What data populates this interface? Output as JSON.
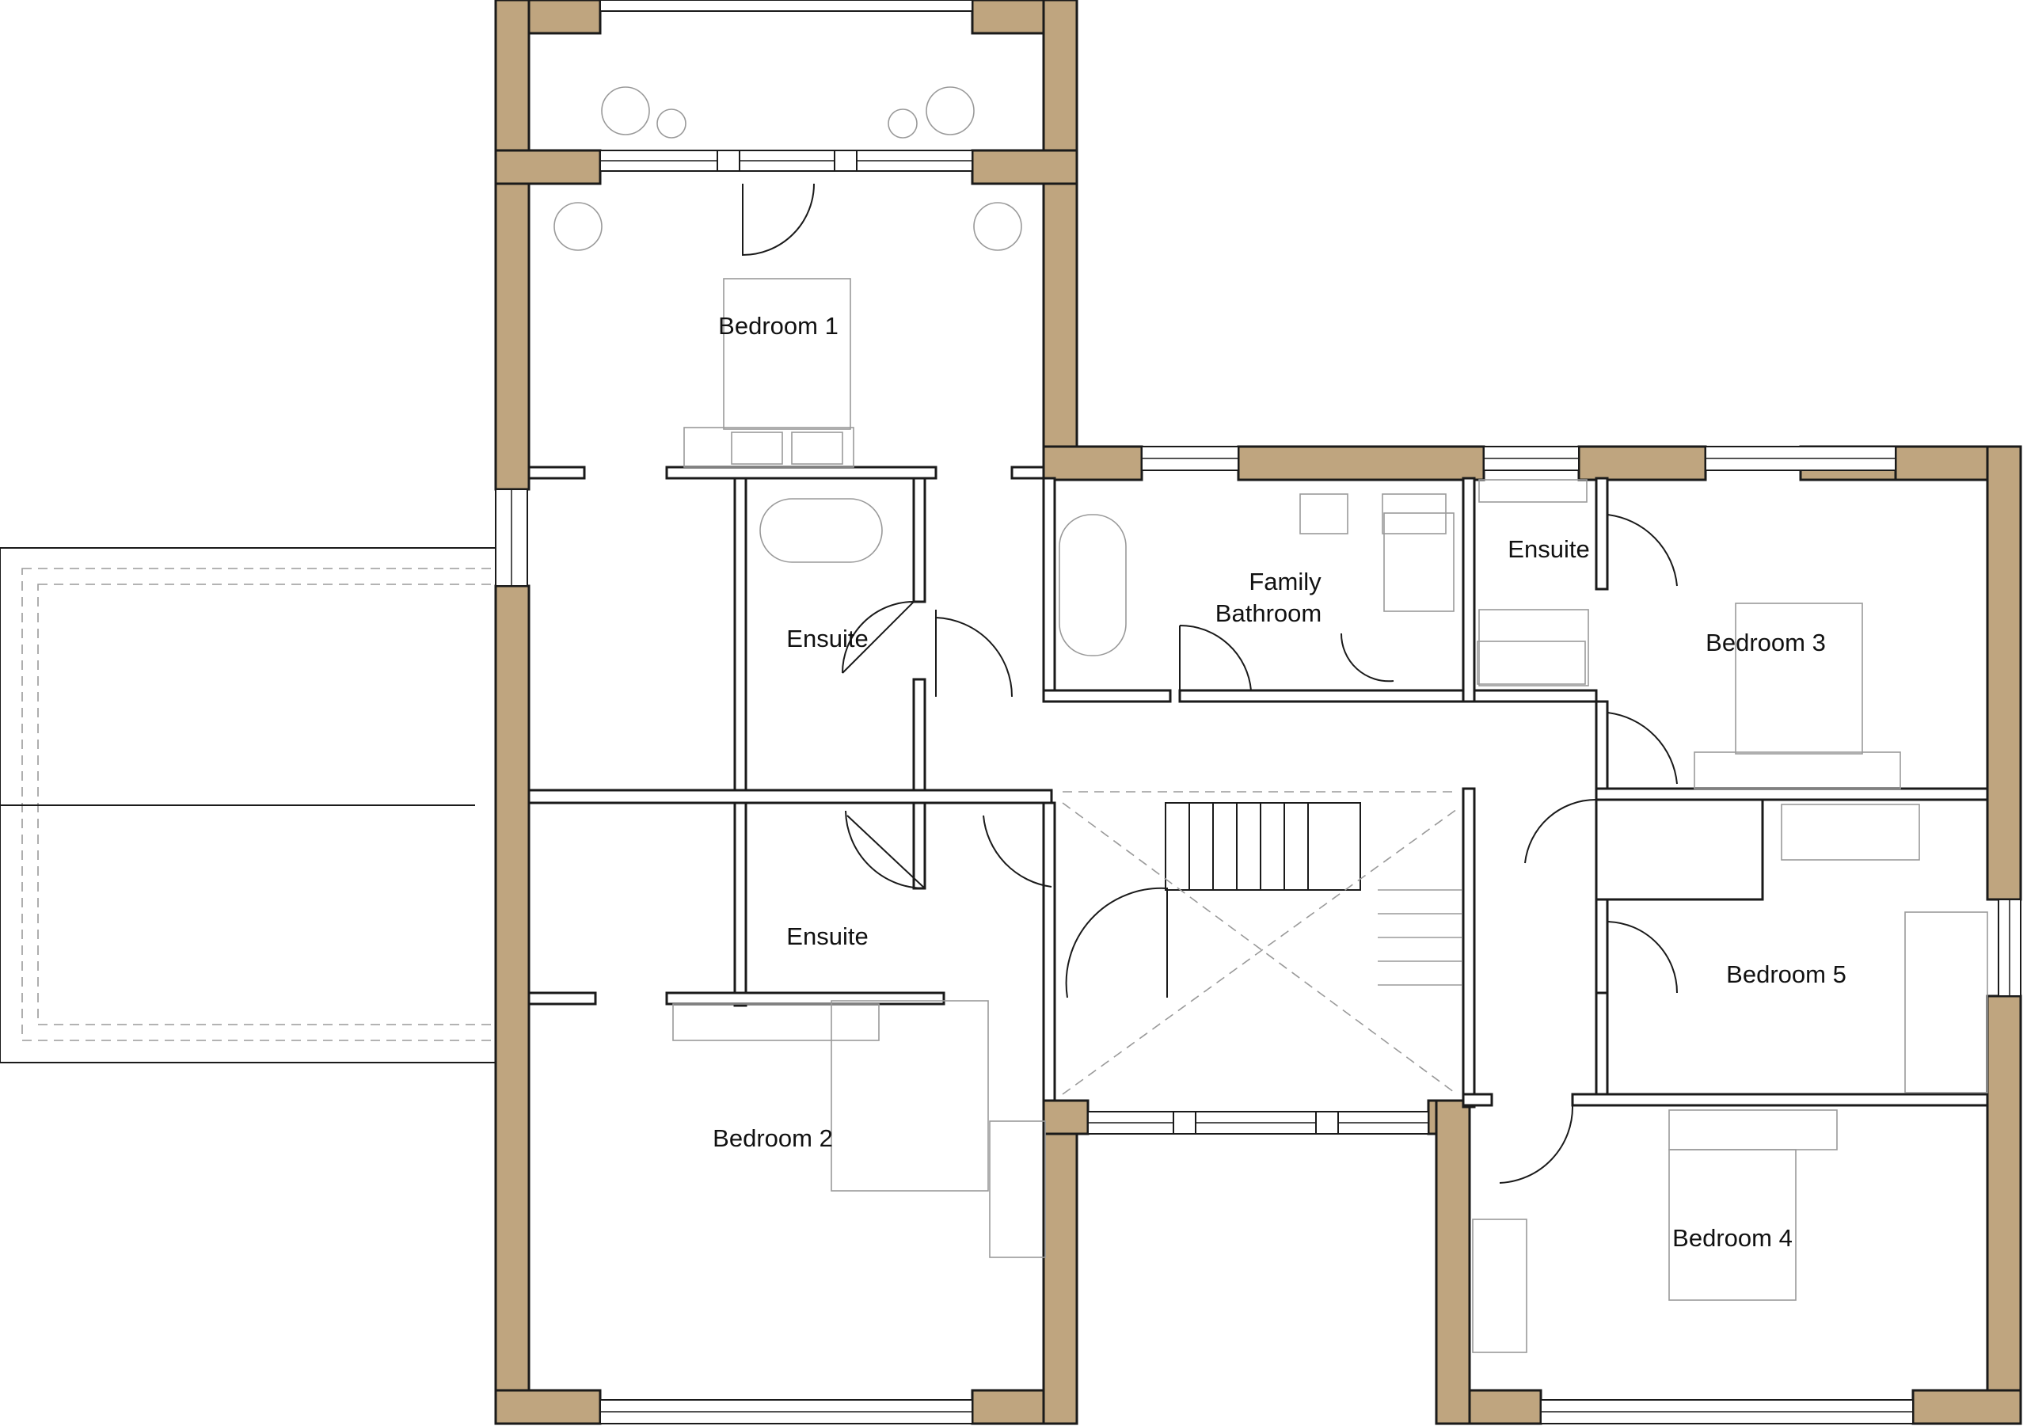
{
  "plan": {
    "colors": {
      "wall_fill": "#bfa57f",
      "line": "#1a1a1a",
      "furniture": "#9a9a9a",
      "background": "#ffffff"
    },
    "rooms": {
      "bedroom_1": "Bedroom 1",
      "bedroom_2": "Bedroom 2",
      "bedroom_3": "Bedroom 3",
      "bedroom_4": "Bedroom 4",
      "bedroom_5": "Bedroom 5",
      "ensuite_1": "Ensuite",
      "ensuite_2": "Ensuite",
      "ensuite_3": "Ensuite",
      "family_bathroom_line1": "Family",
      "family_bathroom_line2": "Bathroom"
    }
  }
}
